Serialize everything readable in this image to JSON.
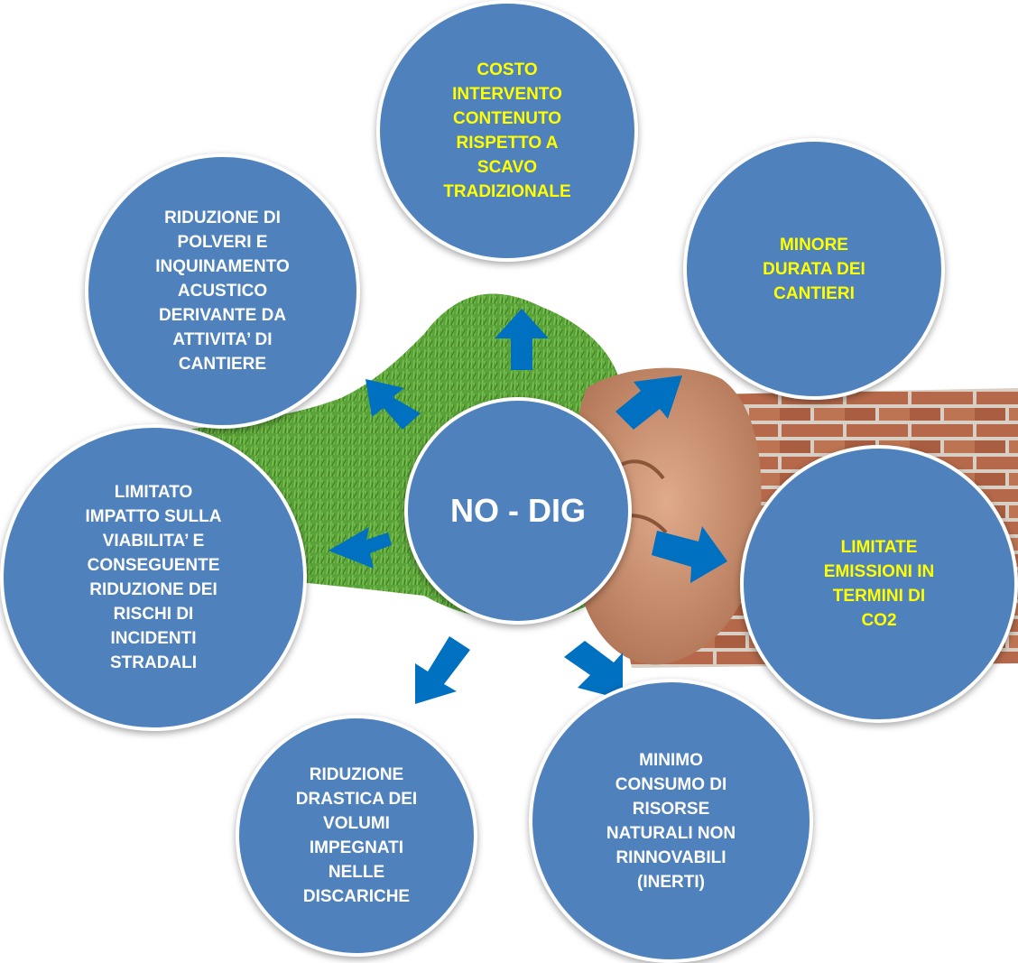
{
  "colors": {
    "bubble": "#4f81bd",
    "arrow": "#0070c0",
    "text_white": "#ffffff",
    "text_yellow": "#ffff00",
    "grass": "#5aa33a",
    "brick": "#b5694a",
    "skin": "#c9906f"
  },
  "center": {
    "label": "NO - DIG"
  },
  "bubbles": {
    "cost": "COSTO\nINTERVENTO\nCONTENUTO\nRISPETTO A\nSCAVO\nTRADIZIONALE",
    "duration": "MINORE\nDURATA DEI\nCANTIERI",
    "emissions": "LIMITATE\nEMISSIONI IN\nTERMINI DI\nCO2",
    "resources": "MINIMO\nCONSUMO DI\nRISORSE\nNATURALI NON\nRINNOVABILI\n(INERTI)",
    "landfill": "RIDUZIONE\nDRASTICA DEI\nVOLUMI\nIMPEGNATI\nNELLE\nDISCARICHE",
    "traffic": "LIMITATO\nIMPATTO SULLA\nVIABILITA’ E\nCONSEGUENTE\nRIDUZIONE DEI\nRISCHI DI\nINCIDENTI\nSTRADALI",
    "dust": "RIDUZIONE DI\nPOLVERI E\nINQUINAMENTO\nACUSTICO\nDERIVANTE DA\nATTIVITA’ DI\nCANTIERE"
  }
}
